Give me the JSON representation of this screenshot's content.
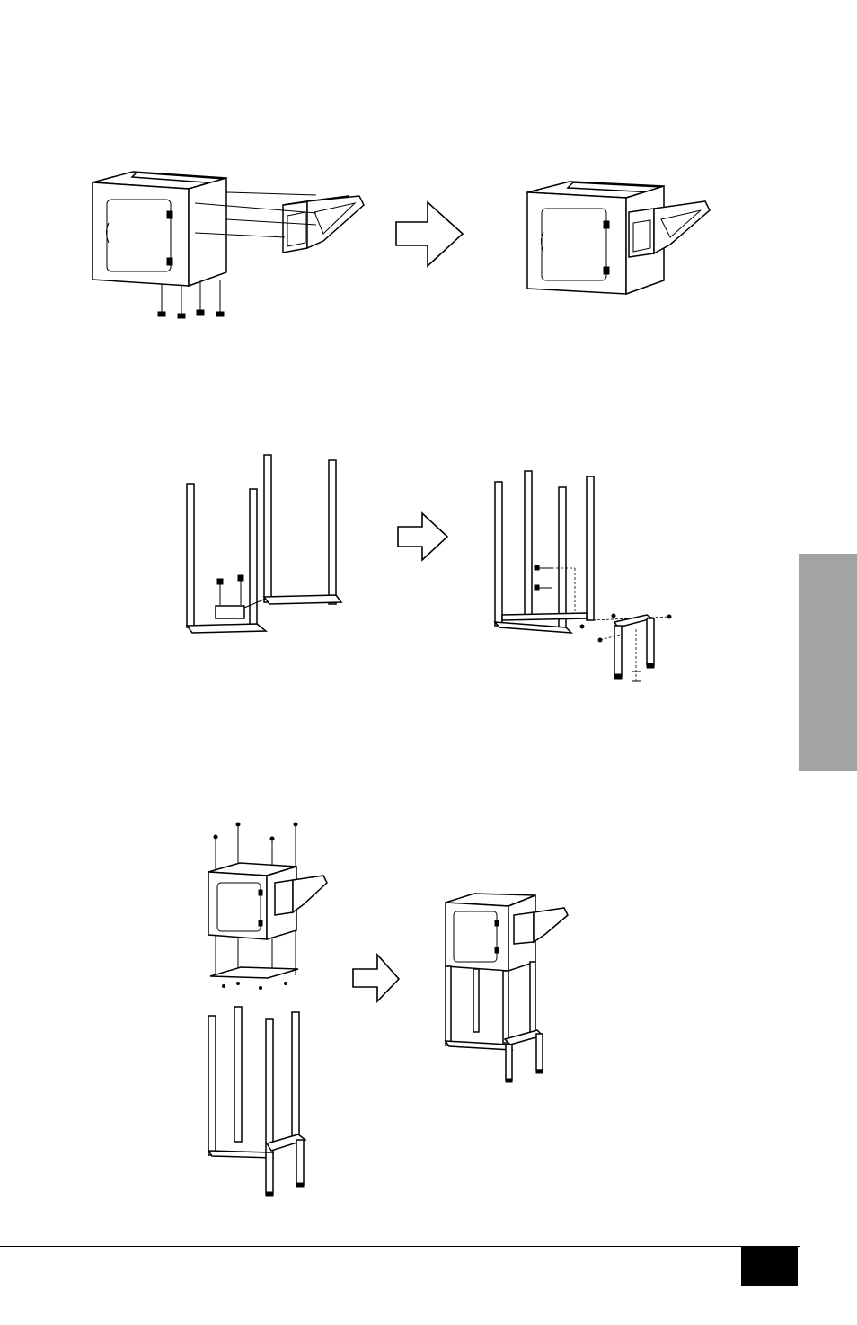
{
  "page": {
    "page_number": "",
    "side_tab_color": "#a3a3a3"
  },
  "figures": [
    {
      "name": "step-1-attach-side-shelf",
      "icons": [
        "cabinet-exploded",
        "arrow-right-icon",
        "cabinet-with-shelf"
      ]
    },
    {
      "name": "step-2-assemble-frame",
      "icons": [
        "frame-exploded",
        "arrow-right-icon",
        "frame-with-leg-assembly"
      ]
    },
    {
      "name": "step-3-mount-cabinet-on-stand",
      "icons": [
        "cabinet-stand-exploded",
        "arrow-right-icon",
        "completed-unit"
      ]
    }
  ]
}
